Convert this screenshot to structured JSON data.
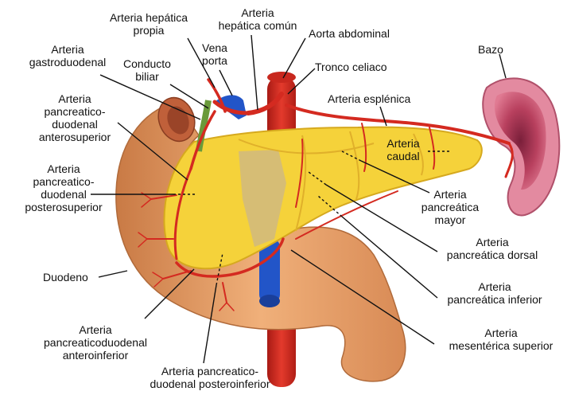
{
  "labels": {
    "hepatica_propia": "Arteria hepática\npropia",
    "hepatica_comun": "Arteria\nhepática común",
    "aorta": "Aorta abdominal",
    "gastroduodenal": "Arteria\ngastroduodenal",
    "conducto_biliar": "Conducto\nbiliar",
    "vena_porta": "Vena\nporta",
    "tronco_celiaco": "Tronco celiaco",
    "bazo": "Bazo",
    "pd_anterosup": "Arteria\npancreatico-\nduodenal\nanterosuperior",
    "esplenica": "Arteria esplénica",
    "caudal": "Arteria\ncaudal",
    "pd_posterosup": "Arteria\npancreatico-\nduodenal\nposterosuperior",
    "pancreatica_mayor": "Arteria\npancreática\nmayor",
    "duodeno": "Duodeno",
    "pancreatica_dorsal": "Arteria\npancreática dorsal",
    "pancreatica_inferior": "Arteria\npancreática inferior",
    "pd_anteroinf": "Arteria\npancreaticoduodenal\nanteroinferior",
    "mesenterica_sup": "Arteria\nmesentérica superior",
    "pd_posteroinf": "Arteria pancreatico-\nduodenal posteroinferior"
  },
  "colors": {
    "artery": "#d42a20",
    "vein": "#2255c8",
    "pancreas": "#f5d23a",
    "duodenum": "#e8a267",
    "spleen": "#d9607a",
    "bile_duct": "#6a9a3a"
  }
}
